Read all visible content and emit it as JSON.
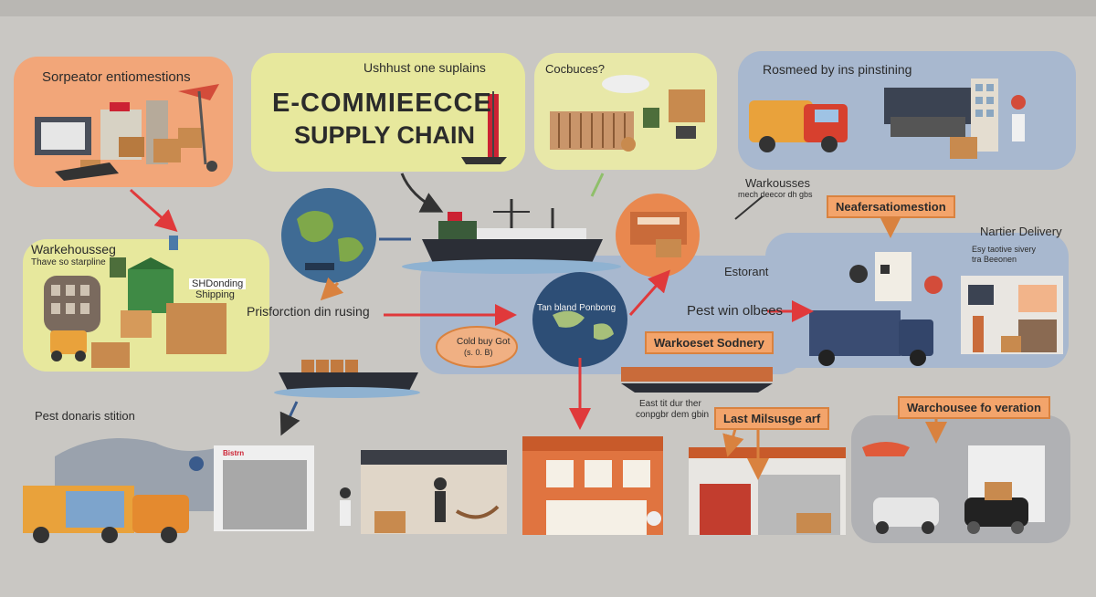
{
  "title": {
    "line1": "E-COMMIEECCE",
    "line2": "SUPPLY CHAIN"
  },
  "labels": {
    "supplier_panel": "Sorpeator entiomestions",
    "title_caption": "Ushhust one suplains",
    "cocbuces": "Cocbuces?",
    "rosmeed": "Rosmeed by ins pinstining",
    "warehousing": "Warkehousseg",
    "warehousing_sub": "Thave so starpline",
    "shipping": "Shipping",
    "shipping_box": "SHDonding",
    "prisforction": "Prisforction din rusing",
    "warkousses": "Warkousses",
    "warkousses_sub": "mech deecor dh gbs",
    "estorant": "Estorant",
    "pest_win": "Pest win olbees",
    "nearfer": "Neafersatiomestion",
    "nartier": "Nartier Delivery",
    "nartier_sub1": "Esy taotive sivery",
    "nartier_sub2": "tra Beeonen",
    "hub": "Tan bland Ponbong",
    "cold_bay": "Cold buy Got",
    "cold_bay_sub": "(s. 0. B)",
    "warkoeset": "Warkoeset Sodnery",
    "east_tit": "East tit dur ther",
    "east_tit_sub": "conpgbr dem gbin",
    "pest_station": "Pest donaris stition",
    "last_mile": "Last Milsusge arf",
    "warehouse_variation": "Warchousee fo veration",
    "shop_sign": "Bistrn"
  },
  "colors": {
    "accent_orange": "#f3a46b",
    "arrow_red": "#e0393b",
    "panel_blue": "#a8b8cf",
    "panel_yellow": "#e4e59a",
    "title_bg": "#e9ea9c"
  }
}
